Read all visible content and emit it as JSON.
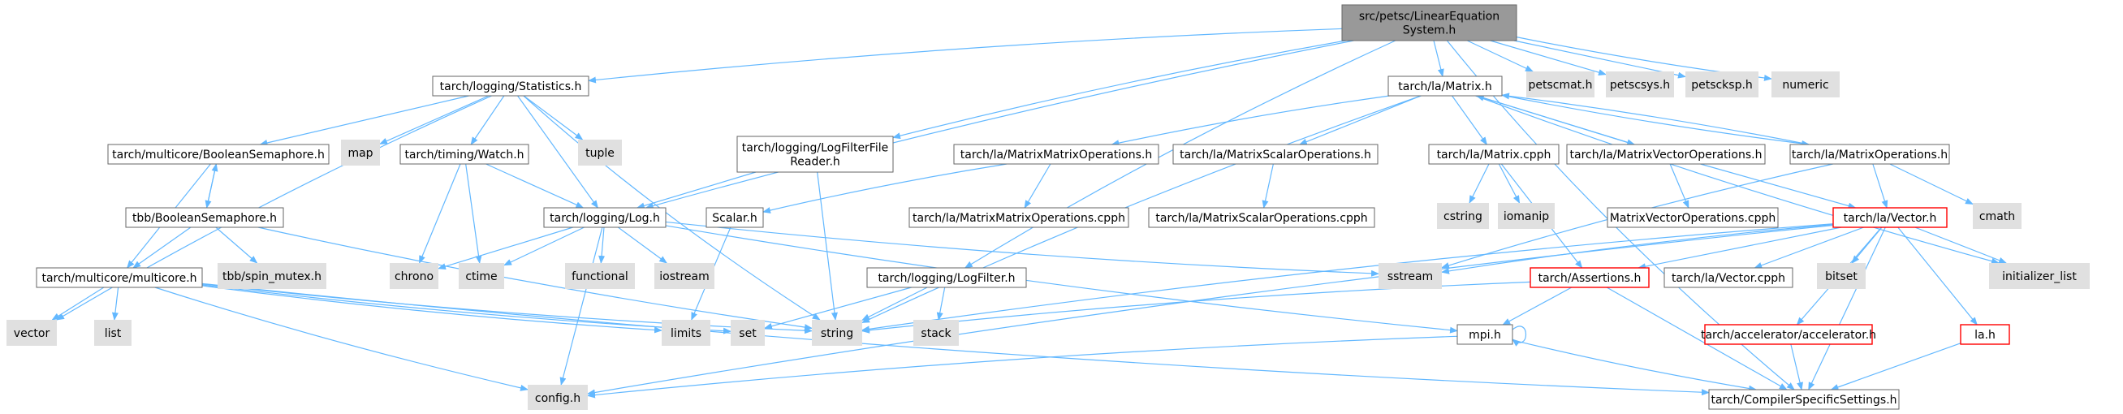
{
  "colors": {
    "edge": "#63b8ff",
    "root_fill": "#999999",
    "doc_fill": "#ffffff",
    "ext_fill": "#e0e0e0",
    "border": "#666666",
    "ext_border": "#999999",
    "red_border": "#ff0000",
    "text": "#000000"
  },
  "nodes": [
    {
      "id": "root",
      "lines": [
        "src/petsc/LinearEquation",
        "System.h"
      ],
      "kind": "root"
    },
    {
      "id": "stats",
      "lines": [
        "tarch/logging/Statistics.h"
      ],
      "kind": "doc"
    },
    {
      "id": "matrix_h",
      "lines": [
        "tarch/la/Matrix.h"
      ],
      "kind": "doc"
    },
    {
      "id": "petscmat",
      "lines": [
        "petscmat.h"
      ],
      "kind": "ext"
    },
    {
      "id": "petscsys",
      "lines": [
        "petscsys.h"
      ],
      "kind": "ext"
    },
    {
      "id": "petscksp",
      "lines": [
        "petscksp.h"
      ],
      "kind": "ext"
    },
    {
      "id": "numeric",
      "lines": [
        "numeric"
      ],
      "kind": "ext"
    },
    {
      "id": "boolsem_mc",
      "lines": [
        "tarch/multicore/BooleanSemaphore.h"
      ],
      "kind": "doc"
    },
    {
      "id": "map",
      "lines": [
        "map"
      ],
      "kind": "ext"
    },
    {
      "id": "watch",
      "lines": [
        "tarch/timing/Watch.h"
      ],
      "kind": "doc"
    },
    {
      "id": "tuple",
      "lines": [
        "tuple"
      ],
      "kind": "ext"
    },
    {
      "id": "logfilterfile",
      "lines": [
        "tarch/logging/LogFilterFile",
        "Reader.h"
      ],
      "kind": "doc"
    },
    {
      "id": "mmops_h",
      "lines": [
        "tarch/la/MatrixMatrixOperations.h"
      ],
      "kind": "doc"
    },
    {
      "id": "msops_h",
      "lines": [
        "tarch/la/MatrixScalarOperations.h"
      ],
      "kind": "doc"
    },
    {
      "id": "matrix_cpph",
      "lines": [
        "tarch/la/Matrix.cpph"
      ],
      "kind": "doc"
    },
    {
      "id": "mvops_h",
      "lines": [
        "tarch/la/MatrixVectorOperations.h"
      ],
      "kind": "doc"
    },
    {
      "id": "mops_h",
      "lines": [
        "tarch/la/MatrixOperations.h"
      ],
      "kind": "doc"
    },
    {
      "id": "tbb_boolsem",
      "lines": [
        "tbb/BooleanSemaphore.h"
      ],
      "kind": "doc"
    },
    {
      "id": "log_h",
      "lines": [
        "tarch/logging/Log.h"
      ],
      "kind": "doc"
    },
    {
      "id": "scalar",
      "lines": [
        "Scalar.h"
      ],
      "kind": "doc"
    },
    {
      "id": "mmops_cpph",
      "lines": [
        "tarch/la/MatrixMatrixOperations.cpph"
      ],
      "kind": "doc"
    },
    {
      "id": "msops_cpph",
      "lines": [
        "tarch/la/MatrixScalarOperations.cpph"
      ],
      "kind": "doc"
    },
    {
      "id": "cstring",
      "lines": [
        "cstring"
      ],
      "kind": "ext"
    },
    {
      "id": "iomanip",
      "lines": [
        "iomanip"
      ],
      "kind": "ext"
    },
    {
      "id": "mvops_cpph",
      "lines": [
        "MatrixVectorOperations.cpph"
      ],
      "kind": "doc"
    },
    {
      "id": "vector_h",
      "lines": [
        "tarch/la/Vector.h"
      ],
      "kind": "red"
    },
    {
      "id": "cmath",
      "lines": [
        "cmath"
      ],
      "kind": "ext"
    },
    {
      "id": "multicore",
      "lines": [
        "tarch/multicore/multicore.h"
      ],
      "kind": "doc"
    },
    {
      "id": "tbb_spin",
      "lines": [
        "tbb/spin_mutex.h"
      ],
      "kind": "ext"
    },
    {
      "id": "chrono",
      "lines": [
        "chrono"
      ],
      "kind": "ext"
    },
    {
      "id": "ctime",
      "lines": [
        "ctime"
      ],
      "kind": "ext"
    },
    {
      "id": "functional",
      "lines": [
        "functional"
      ],
      "kind": "ext"
    },
    {
      "id": "iostream",
      "lines": [
        "iostream"
      ],
      "kind": "ext"
    },
    {
      "id": "logfilter",
      "lines": [
        "tarch/logging/LogFilter.h"
      ],
      "kind": "doc"
    },
    {
      "id": "sstream",
      "lines": [
        "sstream"
      ],
      "kind": "ext"
    },
    {
      "id": "assertions",
      "lines": [
        "tarch/Assertions.h"
      ],
      "kind": "red"
    },
    {
      "id": "vector_cpph",
      "lines": [
        "tarch/la/Vector.cpph"
      ],
      "kind": "doc"
    },
    {
      "id": "bitset",
      "lines": [
        "bitset"
      ],
      "kind": "ext"
    },
    {
      "id": "initlist",
      "lines": [
        "initializer_list"
      ],
      "kind": "ext"
    },
    {
      "id": "vector",
      "lines": [
        "vector"
      ],
      "kind": "ext"
    },
    {
      "id": "list",
      "lines": [
        "list"
      ],
      "kind": "ext"
    },
    {
      "id": "limits",
      "lines": [
        "limits"
      ],
      "kind": "ext"
    },
    {
      "id": "set",
      "lines": [
        "set"
      ],
      "kind": "ext"
    },
    {
      "id": "string",
      "lines": [
        "string"
      ],
      "kind": "ext"
    },
    {
      "id": "stack",
      "lines": [
        "stack"
      ],
      "kind": "ext"
    },
    {
      "id": "mpi",
      "lines": [
        "mpi.h"
      ],
      "kind": "doc"
    },
    {
      "id": "accel",
      "lines": [
        "tarch/accelerator/accelerator.h"
      ],
      "kind": "red"
    },
    {
      "id": "la_h",
      "lines": [
        "la.h"
      ],
      "kind": "red"
    },
    {
      "id": "config",
      "lines": [
        "config.h"
      ],
      "kind": "ext"
    },
    {
      "id": "compiler",
      "lines": [
        "tarch/CompilerSpecificSettings.h"
      ],
      "kind": "doc"
    }
  ],
  "edges": [
    [
      "root",
      "stats"
    ],
    [
      "root",
      "matrix_h"
    ],
    [
      "root",
      "petscmat"
    ],
    [
      "root",
      "petscsys"
    ],
    [
      "root",
      "petscksp"
    ],
    [
      "root",
      "numeric"
    ],
    [
      "root",
      "logfilterfile"
    ],
    [
      "root",
      "log_h"
    ],
    [
      "root",
      "logfilter"
    ],
    [
      "root",
      "compiler"
    ],
    [
      "stats",
      "boolsem_mc"
    ],
    [
      "stats",
      "map"
    ],
    [
      "stats",
      "watch"
    ],
    [
      "stats",
      "tuple"
    ],
    [
      "stats",
      "log_h"
    ],
    [
      "stats",
      "vector"
    ],
    [
      "stats",
      "string"
    ],
    [
      "boolsem_mc",
      "tbb_boolsem"
    ],
    [
      "boolsem_mc",
      "multicore"
    ],
    [
      "tbb_boolsem",
      "boolsem_mc"
    ],
    [
      "tbb_boolsem",
      "multicore"
    ],
    [
      "tbb_boolsem",
      "tbb_spin"
    ],
    [
      "tbb_boolsem",
      "string"
    ],
    [
      "watch",
      "log_h"
    ],
    [
      "watch",
      "chrono"
    ],
    [
      "watch",
      "ctime"
    ],
    [
      "logfilterfile",
      "log_h"
    ],
    [
      "logfilterfile",
      "string"
    ],
    [
      "log_h",
      "chrono"
    ],
    [
      "log_h",
      "ctime"
    ],
    [
      "log_h",
      "functional"
    ],
    [
      "log_h",
      "iostream"
    ],
    [
      "log_h",
      "sstream"
    ],
    [
      "log_h",
      "mpi"
    ],
    [
      "log_h",
      "config"
    ],
    [
      "multicore",
      "vector"
    ],
    [
      "multicore",
      "list"
    ],
    [
      "multicore",
      "limits"
    ],
    [
      "multicore",
      "set"
    ],
    [
      "multicore",
      "string"
    ],
    [
      "multicore",
      "config"
    ],
    [
      "multicore",
      "compiler"
    ],
    [
      "logfilter",
      "set"
    ],
    [
      "logfilter",
      "string"
    ],
    [
      "logfilter",
      "stack"
    ],
    [
      "matrix_h",
      "mmops_h"
    ],
    [
      "matrix_h",
      "msops_h"
    ],
    [
      "matrix_h",
      "matrix_cpph"
    ],
    [
      "matrix_h",
      "mvops_h"
    ],
    [
      "matrix_h",
      "mops_h"
    ],
    [
      "matrix_h",
      "string"
    ],
    [
      "matrix_h",
      "initlist"
    ],
    [
      "mmops_h",
      "scalar"
    ],
    [
      "mmops_h",
      "mmops_cpph"
    ],
    [
      "scalar",
      "limits"
    ],
    [
      "msops_h",
      "msops_cpph"
    ],
    [
      "matrix_cpph",
      "cstring"
    ],
    [
      "matrix_cpph",
      "iomanip"
    ],
    [
      "matrix_cpph",
      "assertions"
    ],
    [
      "mvops_h",
      "matrix_h"
    ],
    [
      "mvops_h",
      "mvops_cpph"
    ],
    [
      "mvops_h",
      "vector_h"
    ],
    [
      "mops_h",
      "matrix_h"
    ],
    [
      "mops_h",
      "vector_h"
    ],
    [
      "mops_h",
      "cmath"
    ],
    [
      "mops_h",
      "sstream"
    ],
    [
      "vector_h",
      "sstream"
    ],
    [
      "vector_h",
      "assertions"
    ],
    [
      "vector_h",
      "vector_cpph"
    ],
    [
      "vector_h",
      "bitset"
    ],
    [
      "vector_h",
      "initlist"
    ],
    [
      "vector_h",
      "accel"
    ],
    [
      "vector_h",
      "la_h"
    ],
    [
      "vector_h",
      "compiler"
    ],
    [
      "vector_h",
      "string"
    ],
    [
      "vector_h",
      "config"
    ],
    [
      "assertions",
      "string"
    ],
    [
      "assertions",
      "mpi"
    ],
    [
      "assertions",
      "compiler"
    ],
    [
      "mpi",
      "mpi"
    ],
    [
      "mpi",
      "config"
    ],
    [
      "mpi",
      "compiler"
    ],
    [
      "accel",
      "compiler"
    ],
    [
      "la_h",
      "compiler"
    ]
  ]
}
